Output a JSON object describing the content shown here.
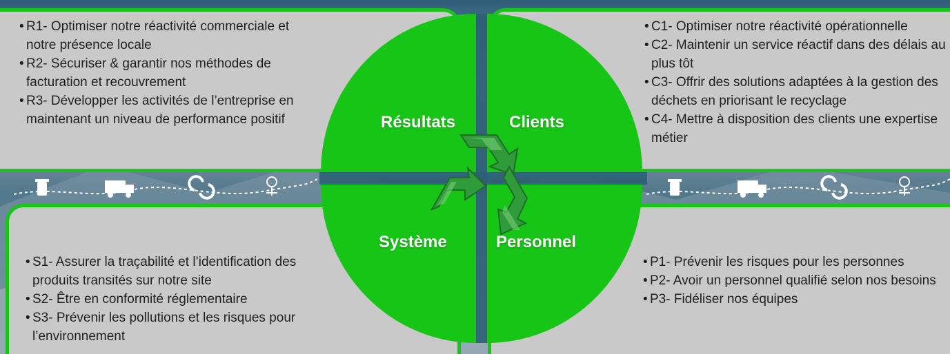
{
  "panels": {
    "resultats": {
      "items": [
        "R1- Optimiser notre réactivité commerciale et notre présence locale",
        "R2- Sécuriser & garantir nos méthodes de facturation et recouvrement",
        "R3- Développer les activités de l’entreprise en maintenant un niveau de performance positif"
      ]
    },
    "clients": {
      "items": [
        "C1- Optimiser notre réactivité opérationnelle",
        "C2- Maintenir un service réactif dans des délais au plus tôt",
        "C3- Offrir des solutions adaptées à la gestion des déchets en priorisant le recyclage",
        "C4- Mettre à disposition des clients une expertise métier"
      ]
    },
    "systeme": {
      "items": [
        "S1- Assurer la traçabilité et l’identification des produits transités sur notre site",
        "S2- Être en conformité réglementaire",
        "S3- Prévenir les pollutions et les risques pour l’environnement"
      ]
    },
    "personnel": {
      "items": [
        "P1- Prévenir les risques pour les personnes",
        "P2- Avoir un personnel qualifié selon nos besoins",
        "P3- Fidéliser nos équipes"
      ]
    }
  },
  "quadrants": {
    "top_left": "Résultats",
    "top_right": "Clients",
    "bottom_left": "Système",
    "bottom_right": "Personnel"
  },
  "icons": [
    "trash-bin-icon",
    "garbage-truck-icon",
    "recycle-arrows-icon",
    "flower-pot-icon",
    "recycling-symbol-icon"
  ],
  "colors": {
    "accent_green": "#19c519",
    "panel_gray": "#c9c9c9",
    "label_white": "#ffffff"
  }
}
